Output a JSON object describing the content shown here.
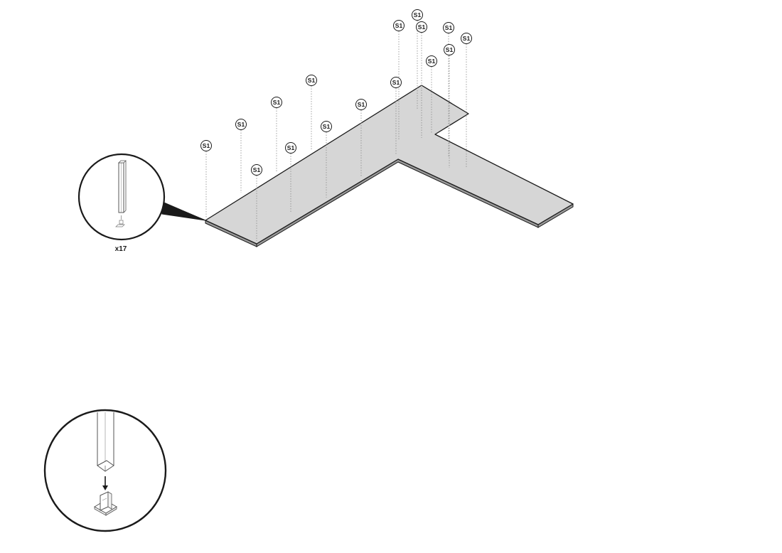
{
  "assembly": {
    "part_label": "S1",
    "quantity_label": "x17",
    "part_count": 17
  },
  "colors": {
    "panel_fill": "#d6d6d6",
    "stroke": "#1a1a1a",
    "guide": "#8a8a8a",
    "background": "#ffffff"
  },
  "icons": {
    "post_detail": "post-detail-icon",
    "bracket_detail": "bracket-detail-icon",
    "down_arrow": "down-arrow-icon"
  }
}
